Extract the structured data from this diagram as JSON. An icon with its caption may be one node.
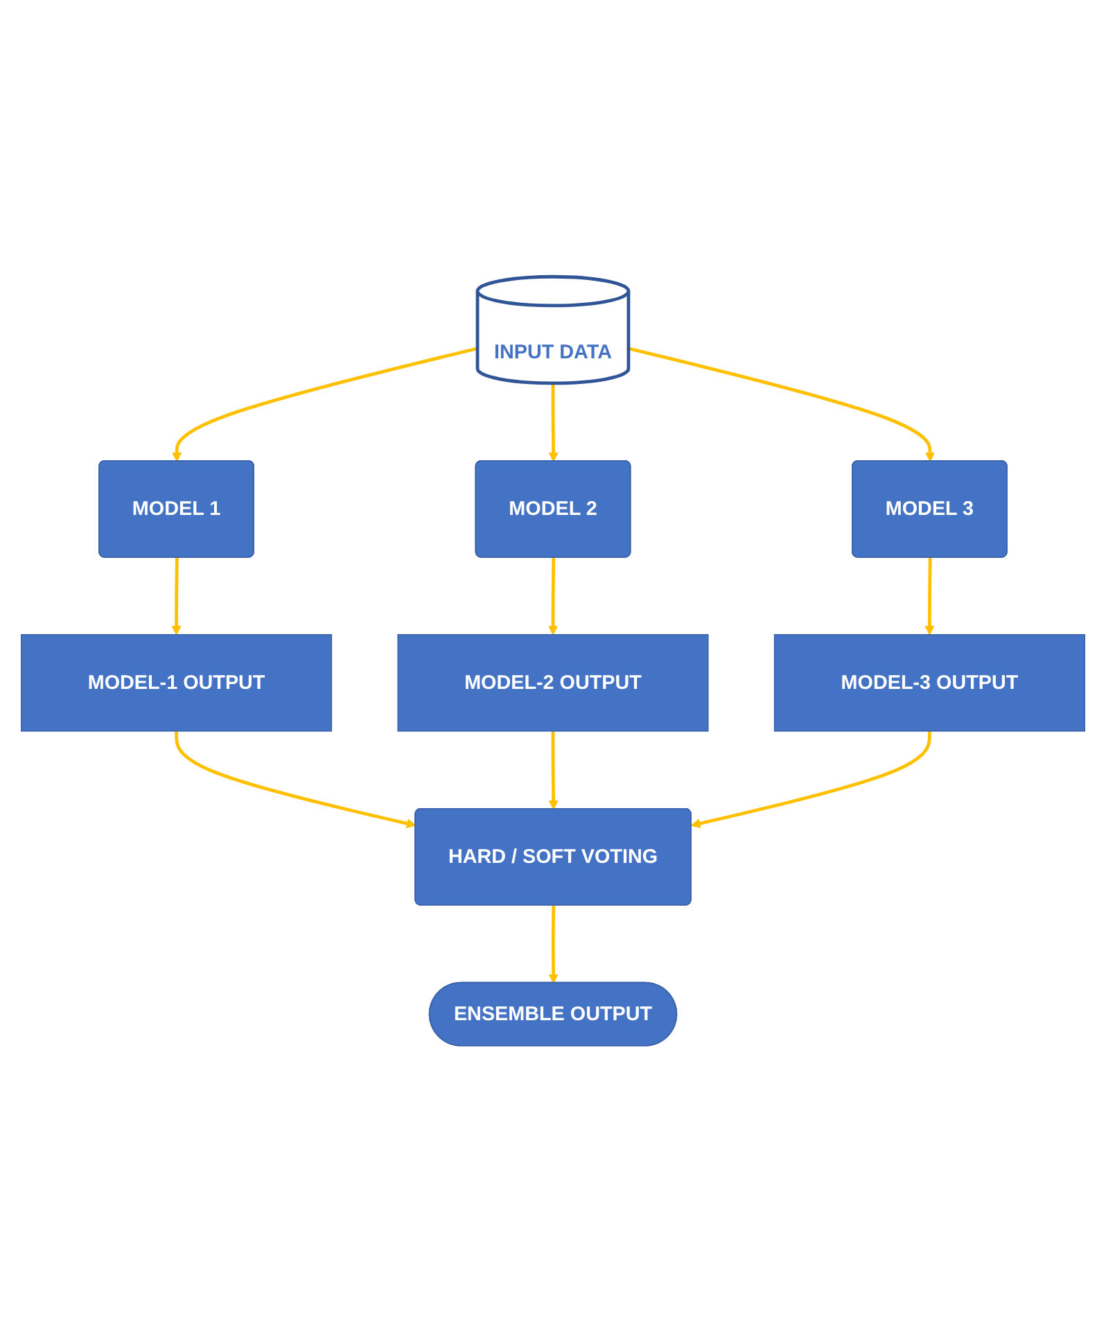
{
  "diagram": {
    "nodes": [
      {
        "text": [
          "INPUT DATA"
        ]
      },
      {
        "text": [
          "MODEL 1"
        ]
      },
      {
        "text": [
          "MODEL 2"
        ]
      },
      {
        "text": [
          "MODEL 3"
        ]
      },
      {
        "text": [
          "MODEL-1 OUTPUT"
        ]
      },
      {
        "text": [
          "MODEL-2 OUTPUT"
        ]
      },
      {
        "text": [
          "MODEL-3 OUTPUT"
        ]
      },
      {
        "text": [
          "HARD / SOFT VOTING"
        ]
      },
      {
        "text": [
          "ENSEMBLE OUTPUT"
        ]
      }
    ],
    "edges": [
      {
        "from": 0,
        "to": 1,
        "arrow": "to"
      },
      {
        "from": 0,
        "to": 2,
        "arrow": "to"
      },
      {
        "from": 0,
        "to": 3,
        "arrow": "to"
      },
      {
        "from": 1,
        "to": 4,
        "arrow": "to"
      },
      {
        "from": 2,
        "to": 5,
        "arrow": "to"
      },
      {
        "from": 3,
        "to": 6,
        "arrow": "to"
      },
      {
        "from": 4,
        "to": 7,
        "arrow": "to"
      },
      {
        "from": 5,
        "to": 7,
        "arrow": "to"
      },
      {
        "from": 6,
        "to": 7,
        "arrow": "to"
      },
      {
        "from": 7,
        "to": 8,
        "arrow": "to"
      }
    ]
  }
}
